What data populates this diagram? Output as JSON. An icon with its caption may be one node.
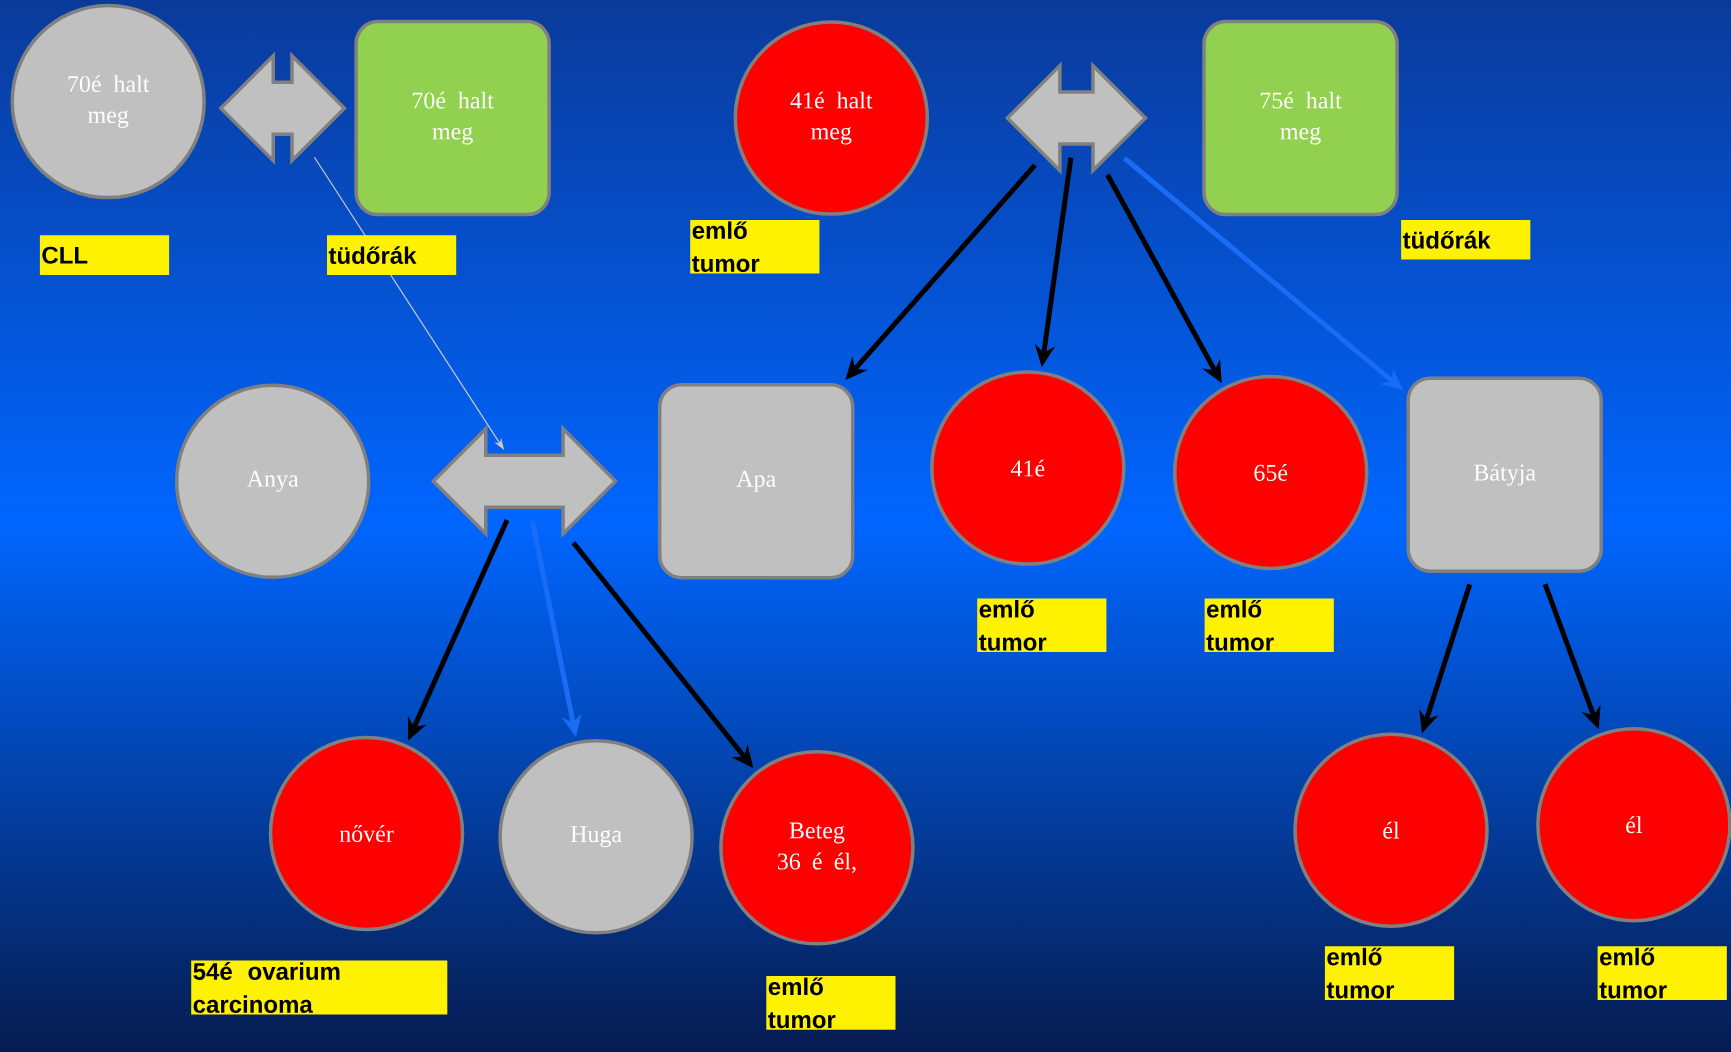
{
  "diagram": {
    "nodes": [
      {
        "text": [
          "70é halt meg"
        ],
        "beside": [
          "CLL"
        ]
      },
      {
        "text": [],
        "shape": "double-arrow"
      },
      {
        "text": [
          "70é halt meg"
        ],
        "beside": [
          "tüdőrák"
        ]
      },
      {
        "text": [
          "41é halt meg"
        ],
        "beside": [
          "emlő tumor"
        ]
      },
      {
        "text": [],
        "shape": "double-arrow"
      },
      {
        "text": [
          "75é halt meg"
        ],
        "beside": [
          "tüdőrák"
        ]
      },
      {
        "text": [
          "Anya"
        ]
      },
      {
        "text": [],
        "shape": "double-arrow"
      },
      {
        "text": [
          "Apa"
        ]
      },
      {
        "text": [
          "41é"
        ],
        "beside": [
          "emlő tumor"
        ]
      },
      {
        "text": [
          "65é"
        ],
        "beside": [
          "emlő tumor"
        ]
      },
      {
        "text": [
          "Bátyja"
        ]
      },
      {
        "text": [
          "nővér"
        ],
        "beside": [
          "54é ovarium carcinoma"
        ]
      },
      {
        "text": [
          "Huga"
        ]
      },
      {
        "text": [
          "Beteg 36 é él,"
        ],
        "beside": [
          "emlő tumor"
        ]
      },
      {
        "text": [
          "él"
        ],
        "beside": [
          "emlő tumor"
        ]
      },
      {
        "text": [
          "él"
        ],
        "beside": [
          "emlő tumor"
        ]
      }
    ],
    "edges": [
      {
        "from": 1,
        "to": 7,
        "arrow": "to",
        "color": "#c8c8c8"
      },
      {
        "from": 4,
        "to": 8,
        "arrow": "to"
      },
      {
        "from": 4,
        "to": 9,
        "arrow": "to"
      },
      {
        "from": 4,
        "to": 10,
        "arrow": "to"
      },
      {
        "from": 4,
        "to": 11,
        "arrow": "to",
        "color": "#1a6cf5"
      },
      {
        "from": 7,
        "to": 12,
        "arrow": "to"
      },
      {
        "from": 7,
        "to": 13,
        "arrow": "to",
        "color": "#1a6cf5"
      },
      {
        "from": 7,
        "to": 14,
        "arrow": "to"
      },
      {
        "from": 11,
        "to": 15,
        "arrow": "to"
      },
      {
        "from": 11,
        "to": 16,
        "arrow": "to"
      }
    ]
  }
}
